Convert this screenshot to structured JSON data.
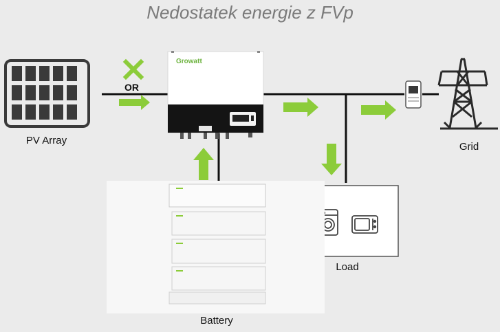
{
  "title": "Nedostatek energie z FVp",
  "labels": {
    "pv_array": "PV Array",
    "grid": "Grid",
    "load": "Load",
    "battery": "Battery",
    "or": "OR"
  },
  "inverter": {
    "brand": "Growatt"
  },
  "colors": {
    "arrow_green": "#8ccc3a",
    "cross_green": "#8ccc3a",
    "brand_green": "#6db33f",
    "wire": "#111111",
    "panel_dark": "#3a3a3a"
  },
  "icons": {
    "pv": "solar-panel-icon",
    "grid": "transmission-tower-icon",
    "meter": "energy-meter-icon",
    "washer": "washing-machine-icon",
    "microwave": "microwave-icon"
  }
}
